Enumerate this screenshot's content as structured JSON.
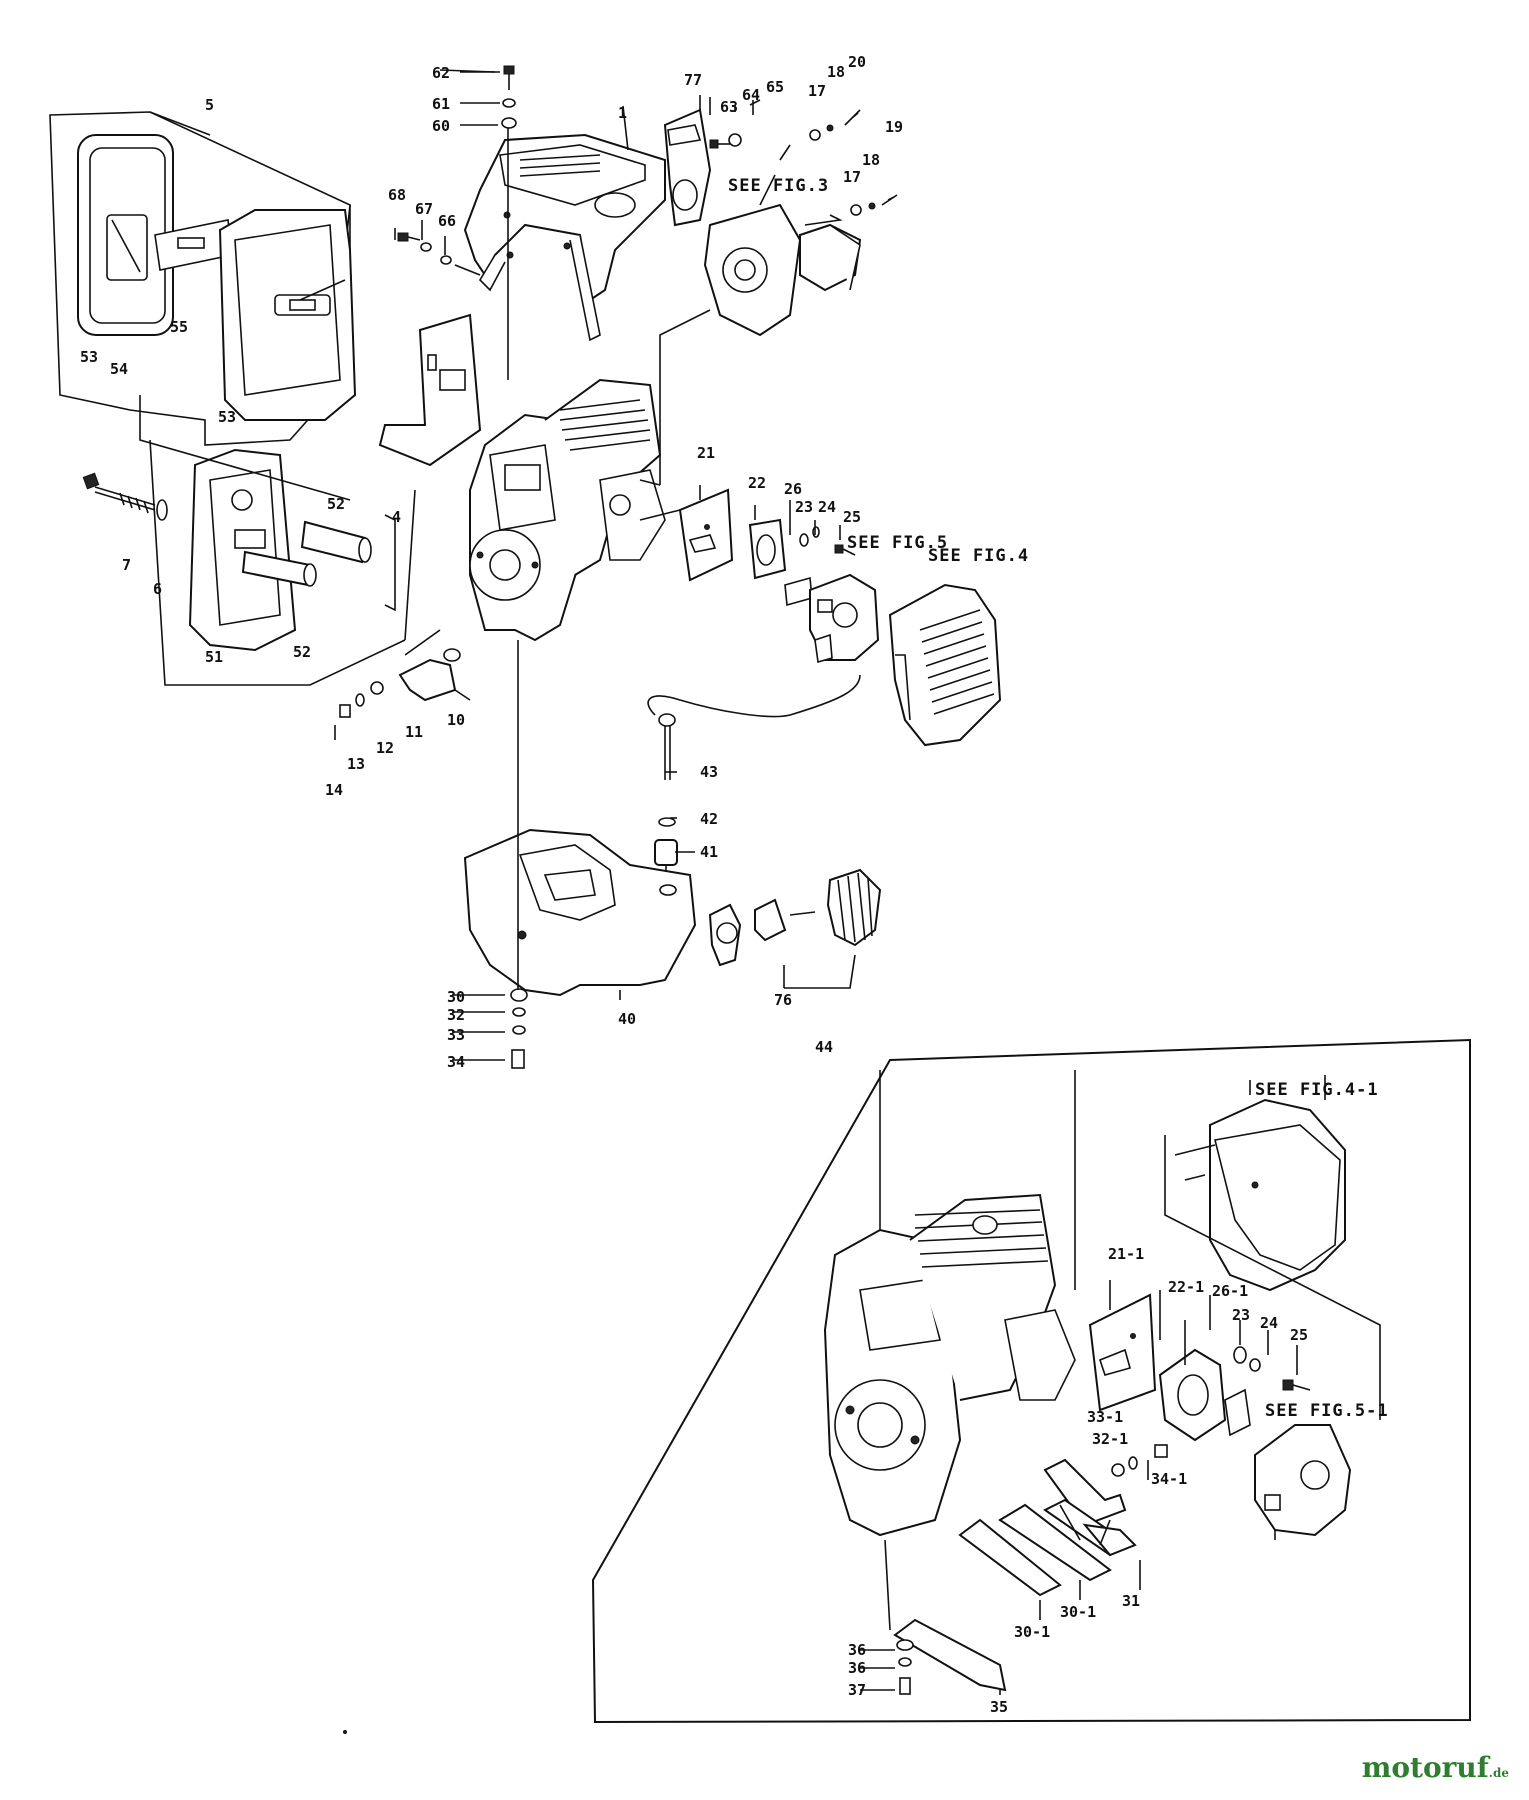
{
  "part_labels": {
    "p5": "5",
    "p53a": "53",
    "p54": "54",
    "p55": "55",
    "p53b": "53",
    "p62": "62",
    "p61": "61",
    "p60": "60",
    "p68": "68",
    "p67": "67",
    "p66": "66",
    "p1": "1",
    "p77": "77",
    "p63": "63",
    "p64": "64",
    "p65": "65",
    "p17a": "17",
    "p18a": "18",
    "p20": "20",
    "p19": "19",
    "p17b": "17",
    "p18b": "18",
    "p4": "4",
    "p7": "7",
    "p6": "6",
    "p51": "51",
    "p52a": "52",
    "p52b": "52",
    "p21": "21",
    "p22": "22",
    "p26": "26",
    "p23": "23",
    "p24": "24",
    "p25": "25",
    "p10": "10",
    "p11": "11",
    "p12": "12",
    "p13": "13",
    "p14": "14",
    "p43": "43",
    "p42": "42",
    "p41": "41",
    "p76": "76",
    "p44": "44",
    "p30": "30",
    "p32": "32",
    "p33": "33",
    "p34": "34",
    "p40": "40",
    "p21_1": "21-1",
    "p22_1": "22-1",
    "p26_1": "26-1",
    "p23b": "23",
    "p24b": "24",
    "p25b": "25",
    "p33_1": "33-1",
    "p32_1": "32-1",
    "p34_1": "34-1",
    "p31": "31",
    "p30_1a": "30-1",
    "p30_1b": "30-1",
    "p35": "35",
    "p36a": "36",
    "p36b": "36",
    "p37": "37"
  },
  "references": {
    "fig3": "SEE FIG.3",
    "fig5": "SEE FIG.5",
    "fig4": "SEE FIG.4",
    "fig4_1": "SEE FIG.4-1",
    "fig5_1": "SEE FIG.5-1"
  },
  "watermark": {
    "brand": "motoruf",
    "ext": ".de"
  }
}
